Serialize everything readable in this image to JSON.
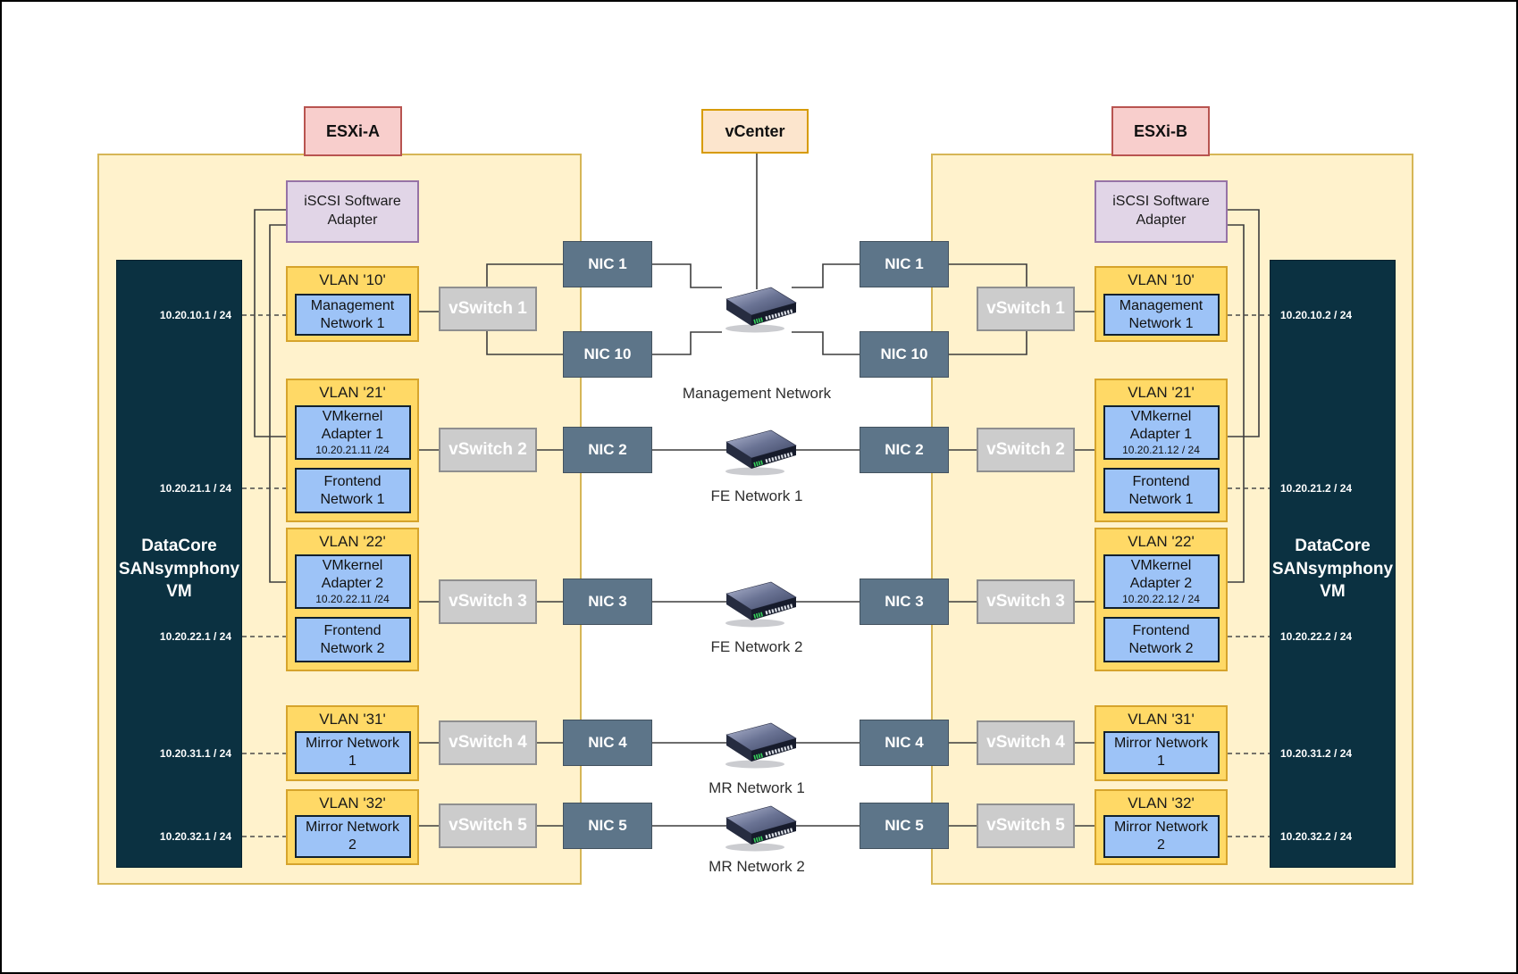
{
  "colors": {
    "host_fill": "#fff2cc",
    "host_stroke": "#d6b656",
    "vlan_fill": "#ffd966",
    "vlan_stroke": "#d6a42c",
    "network_box_fill": "#9dc3f7",
    "vswitch_fill": "#cccccc",
    "nic_fill": "#5d7589",
    "vm_box_fill": "#0b3141",
    "esxi_label_fill": "#f8cecc",
    "esxi_label_stroke": "#b85450",
    "vcenter_fill": "#fce5cd",
    "vcenter_stroke": "#d79b00",
    "iscsi_fill": "#e1d5e7",
    "iscsi_stroke": "#9673a6",
    "switch_led_green": "#35d05a",
    "connector_line": "#3d3d3d"
  },
  "center": {
    "vcenter": "vCenter",
    "networks": [
      "Management Network",
      "FE Network 1",
      "FE Network 2",
      "MR Network 1",
      "MR Network 2"
    ]
  },
  "hosts": [
    {
      "label": "ESXi-A",
      "iscsi_label": "iSCSI Software\nAdapter",
      "vm_name": "DataCore\nSANsymphony\nVM",
      "vm_ips": [
        "10.20.10.1 / 24",
        "10.20.21.1 / 24",
        "10.20.22.1 / 24",
        "10.20.31.1 / 24",
        "10.20.32.1 / 24"
      ],
      "vswitches": [
        "vSwitch 1",
        "vSwitch 2",
        "vSwitch 3",
        "vSwitch 4",
        "vSwitch 5"
      ],
      "nics": [
        "NIC 1",
        "NIC 10",
        "NIC 2",
        "NIC 3",
        "NIC 4",
        "NIC 5"
      ],
      "vlan_groups": [
        {
          "title": "VLAN '10'",
          "boxes": [
            {
              "text": "Management\nNetwork 1"
            }
          ]
        },
        {
          "title": "VLAN '21'",
          "boxes": [
            {
              "text": "VMkernel\nAdapter 1",
              "ip": "10.20.21.11 /24"
            },
            {
              "text": "Frontend\nNetwork 1"
            }
          ]
        },
        {
          "title": "VLAN '22'",
          "boxes": [
            {
              "text": "VMkernel\nAdapter 2",
              "ip": "10.20.22.11 /24"
            },
            {
              "text": "Frontend\nNetwork 2"
            }
          ]
        },
        {
          "title": "VLAN '31'",
          "boxes": [
            {
              "text": "Mirror Network\n1"
            }
          ]
        },
        {
          "title": "VLAN '32'",
          "boxes": [
            {
              "text": "Mirror Network\n2"
            }
          ]
        }
      ]
    },
    {
      "label": "ESXi-B",
      "iscsi_label": "iSCSI Software\nAdapter",
      "vm_name": "DataCore\nSANsymphony\nVM",
      "vm_ips": [
        "10.20.10.2 / 24",
        "10.20.21.2 / 24",
        "10.20.22.2 / 24",
        "10.20.31.2 / 24",
        "10.20.32.2 / 24"
      ],
      "vswitches": [
        "vSwitch 1",
        "vSwitch 2",
        "vSwitch 3",
        "vSwitch 4",
        "vSwitch 5"
      ],
      "nics": [
        "NIC 1",
        "NIC 10",
        "NIC 2",
        "NIC 3",
        "NIC 4",
        "NIC 5"
      ],
      "vlan_groups": [
        {
          "title": "VLAN '10'",
          "boxes": [
            {
              "text": "Management\nNetwork 1"
            }
          ]
        },
        {
          "title": "VLAN '21'",
          "boxes": [
            {
              "text": "VMkernel\nAdapter 1",
              "ip": "10.20.21.12 / 24"
            },
            {
              "text": "Frontend\nNetwork 1"
            }
          ]
        },
        {
          "title": "VLAN '22'",
          "boxes": [
            {
              "text": "VMkernel\nAdapter 2",
              "ip": "10.20.22.12 / 24"
            },
            {
              "text": "Frontend\nNetwork 2"
            }
          ]
        },
        {
          "title": "VLAN '31'",
          "boxes": [
            {
              "text": "Mirror Network\n1"
            }
          ]
        },
        {
          "title": "VLAN '32'",
          "boxes": [
            {
              "text": "Mirror Network\n2"
            }
          ]
        }
      ]
    }
  ]
}
